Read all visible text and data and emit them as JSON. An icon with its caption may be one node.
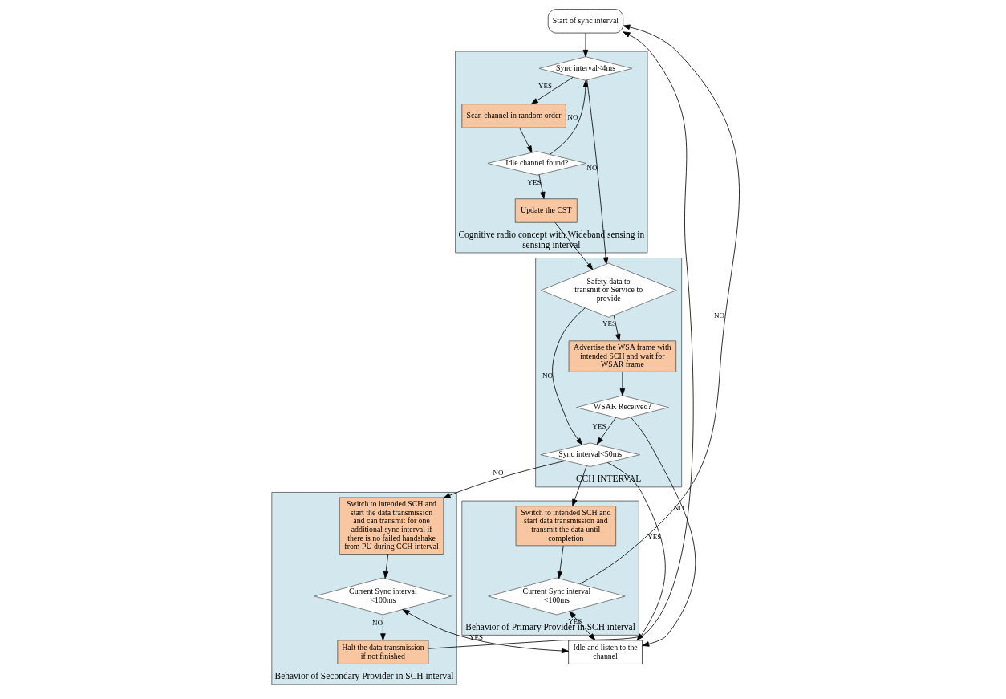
{
  "diagram": {
    "nodes": [
      {
        "text": [
          "Start of sync interval"
        ]
      },
      {
        "text": [
          "Cognitive radio concept with Wideband sensing in sensing interval"
        ]
      },
      {
        "text": [
          "Sync interval<4ms"
        ],
        "in": 1
      },
      {
        "text": [
          "Update the CST"
        ],
        "in": 1
      },
      {
        "text": [
          "Scan channel in random order"
        ],
        "in": 1
      },
      {
        "text": [
          "Idle channel found?"
        ],
        "in": 1
      },
      {
        "text": [
          "CCH INTERVAL"
        ]
      },
      {
        "text": [
          "Safety data to transmit or Service to provide"
        ],
        "in": 6
      },
      {
        "text": [
          "Advertise the WSA frame with intended SCH and wait for WSAR frame"
        ],
        "in": 6
      },
      {
        "text": [
          "Sync interval<50ms"
        ],
        "in": 6
      },
      {
        "text": [
          "WSAR Received?"
        ],
        "in": 6
      },
      {
        "text": [
          "Idle and listen to the channel"
        ]
      },
      {
        "text": [
          "Behavior of Secondary Provider in SCH interval"
        ]
      },
      {
        "text": [
          "Halt the data transmission if not finished"
        ],
        "in": 12
      },
      {
        "text": [
          "Switch to intended SCH and start the data transmission and can transmit for one additional sync interval if there is no failed handshake from PU during CCH interval"
        ],
        "in": 12
      },
      {
        "text": [
          "Current Sync interval <100ms"
        ],
        "in": 12
      },
      {
        "text": [
          "Behavior of Primary Provider in SCH interval"
        ]
      },
      {
        "text": [
          "Current Sync interval <100ms"
        ],
        "in": 16
      },
      {
        "text": [
          "Switch to intended SCH and start data transmission and transmit the data until completion"
        ],
        "in": 16
      }
    ],
    "edges": [
      {
        "from": 0,
        "to": 2,
        "arrow": "to"
      },
      {
        "from": 2,
        "to": 4,
        "arrow": "to",
        "label": "YES"
      },
      {
        "from": 2,
        "to": 7,
        "arrow": "to",
        "label": "NO"
      },
      {
        "from": 4,
        "to": 5,
        "arrow": "to"
      },
      {
        "from": 5,
        "to": 3,
        "arrow": "to",
        "label": "YES"
      },
      {
        "from": 5,
        "to": 2,
        "arrow": "to",
        "label": "NO"
      },
      {
        "from": 3,
        "to": 7,
        "arrow": "to"
      },
      {
        "from": 7,
        "to": 8,
        "arrow": "to",
        "label": "YES"
      },
      {
        "from": 7,
        "to": 9,
        "arrow": "to",
        "label": "NO"
      },
      {
        "from": 8,
        "to": 10,
        "arrow": "to"
      },
      {
        "from": 10,
        "to": 9,
        "arrow": "to",
        "label": "YES"
      },
      {
        "from": 10,
        "to": 11,
        "arrow": "to",
        "label": "NO"
      },
      {
        "from": 9,
        "to": 11,
        "arrow": "to",
        "label": "YES"
      },
      {
        "from": 9,
        "to": 14,
        "arrow": "to",
        "label": "NO"
      },
      {
        "from": 9,
        "to": 18,
        "arrow": "to"
      },
      {
        "from": 14,
        "to": 15,
        "arrow": "to"
      },
      {
        "from": 15,
        "to": 13,
        "arrow": "to",
        "label": "NO"
      },
      {
        "from": 15,
        "to": 11,
        "arrow": "both",
        "label": "YES"
      },
      {
        "from": 18,
        "to": 17,
        "arrow": "to"
      },
      {
        "from": 17,
        "to": 11,
        "arrow": "both",
        "label": "YES"
      },
      {
        "from": 17,
        "to": 0,
        "arrow": "to",
        "label": "NO"
      },
      {
        "from": 13,
        "to": 0,
        "arrow": "to"
      }
    ]
  }
}
